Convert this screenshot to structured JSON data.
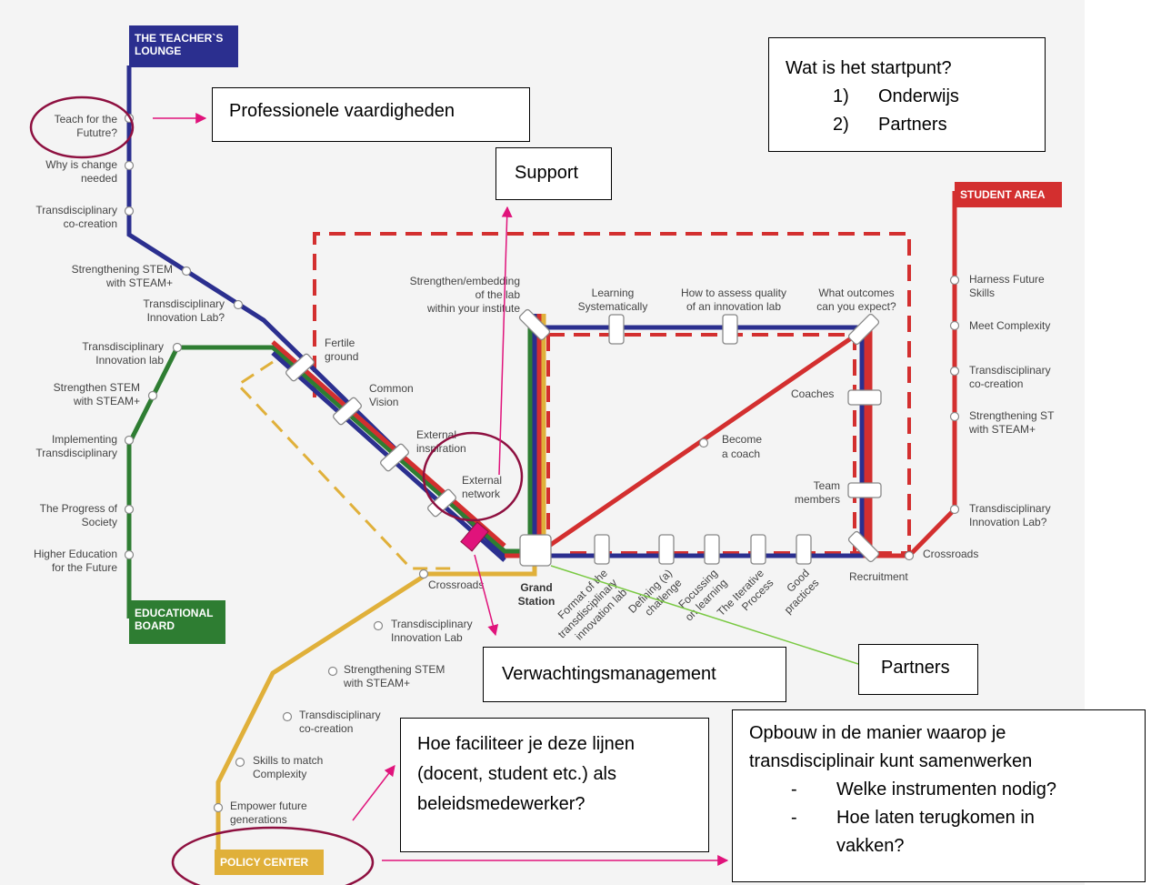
{
  "colors": {
    "blue": "#2b2f8f",
    "green": "#2e7d32",
    "red": "#d32f2f",
    "yellow": "#e0b03a",
    "magenta": "#e0137b",
    "ellipse": "#8e1040",
    "greenline": "#7ac943"
  },
  "lines": {
    "teacher": {
      "title_1": "THE TEACHER`S",
      "title_2": "LOUNGE"
    },
    "educational": {
      "title_1": "EDUCATIONAL",
      "title_2": "BOARD"
    },
    "policy": {
      "title": "POLICY CENTER"
    },
    "student": {
      "title": "STUDENT AREA"
    }
  },
  "stations": {
    "teach_future": [
      "Teach for the",
      "Fututre?"
    ],
    "why_change": [
      "Why is change",
      "needed"
    ],
    "trans_cocreation_blue": [
      "Transdisciplinary",
      "co-creation"
    ],
    "strength_stem_blue": [
      "Strengthening STEM",
      "with STEAM+"
    ],
    "trans_lab_blue": [
      "Transdisciplinary",
      "Innovation Lab?"
    ],
    "trans_lab_green": [
      "Transdisciplinary",
      "Innovation lab"
    ],
    "strength_stem_green": [
      "Strengthen STEM",
      "with STEAM+"
    ],
    "implementing": [
      "Implementing",
      "Transdisciplinary"
    ],
    "progress": [
      "The Progress of",
      "Society"
    ],
    "higher_ed": [
      "Higher Education",
      "for the Future"
    ],
    "fertile": [
      "Fertile",
      "ground"
    ],
    "common": [
      "Common",
      "Vision"
    ],
    "ext_insp": [
      "External",
      "inspiration"
    ],
    "ext_net": [
      "External",
      "network"
    ],
    "grand": [
      "Grand",
      "Station"
    ],
    "crossroads_y": "Crossroads",
    "trans_lab_y": [
      "Transdisciplinary",
      "Innovation Lab"
    ],
    "strength_stem_y": [
      "Strengthening STEM",
      "with STEAM+"
    ],
    "trans_cocreation_y": [
      "Transdisciplinary",
      "co-creation"
    ],
    "skills": [
      "Skills to match",
      "Complexity"
    ],
    "empower": [
      "Empower future",
      "generations"
    ],
    "strengthen_embed": [
      "Strengthen/embedding",
      "of the lab",
      "within your institute"
    ],
    "learning_sys": [
      "Learning",
      "Systematically"
    ],
    "assess": [
      "How to assess quality",
      "of an innovation lab"
    ],
    "outcomes": [
      "What outcomes",
      "can you expect?"
    ],
    "coaches": "Coaches",
    "become_coach": [
      "Become",
      "a coach"
    ],
    "team": [
      "Team",
      "members"
    ],
    "recruitment": "Recruitment",
    "crossroads_r": "Crossroads",
    "harness": [
      "Harness Future",
      "Skills"
    ],
    "meet": "Meet Complexity",
    "trans_cocreation_r": [
      "Transdisciplinary",
      "co-creation"
    ],
    "strength_r": [
      "Strengthening ST",
      "with STEAM+"
    ],
    "trans_lab_r": [
      "Transdisciplinary",
      "Innovation Lab?"
    ],
    "format": [
      "Format of the",
      "transdisciplinary",
      "innovation lab"
    ],
    "defining": [
      "Defining (a)",
      "challenge"
    ],
    "focussing": [
      "Focussing",
      "on learning"
    ],
    "iterative": [
      "The Iterative",
      "Process"
    ],
    "good": [
      "Good",
      "practices"
    ]
  },
  "notes": {
    "professionele": "Professionele vaardigheden",
    "support": "Support",
    "verwachting": "Verwachtingsmanagement",
    "partners": "Partners",
    "startpunt": {
      "title": "Wat is het startpunt?",
      "items": [
        {
          "num": "1)",
          "text": "Onderwijs"
        },
        {
          "num": "2)",
          "text": "Partners"
        }
      ]
    },
    "faciliteer": "Hoe faciliteer je deze lijnen (docent, student etc.)  als beleidsmedewerker?",
    "opbouw": {
      "intro": "Opbouw in de manier waarop je transdisciplinair kunt samenwerken",
      "items": [
        {
          "dash": "-",
          "text": "Welke instrumenten nodig?"
        },
        {
          "dash": "-",
          "text": "Hoe laten terugkomen in vakken?"
        }
      ]
    }
  }
}
